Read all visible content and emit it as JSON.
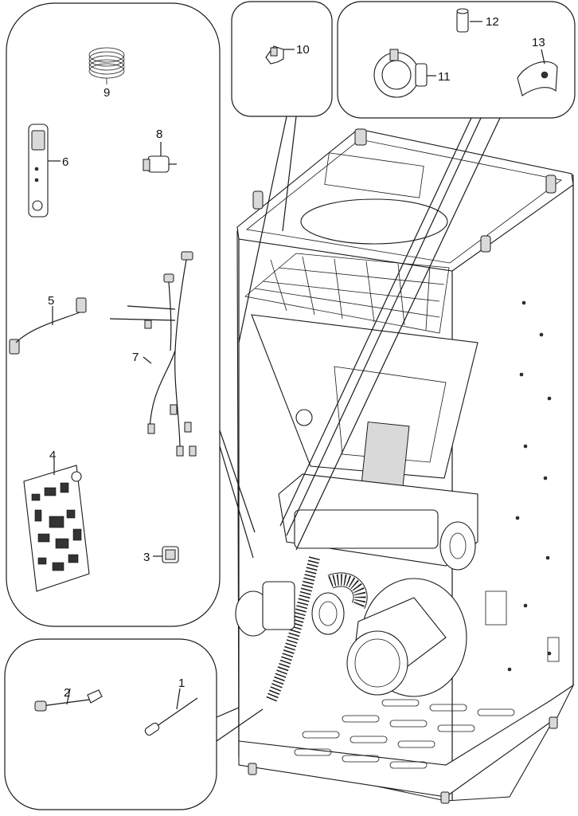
{
  "callouts": [
    {
      "id": "1",
      "label": "1"
    },
    {
      "id": "2",
      "label": "2"
    },
    {
      "id": "3",
      "label": "3"
    },
    {
      "id": "4",
      "label": "4"
    },
    {
      "id": "5",
      "label": "5"
    },
    {
      "id": "6",
      "label": "6"
    },
    {
      "id": "7",
      "label": "7"
    },
    {
      "id": "8",
      "label": "8"
    },
    {
      "id": "9",
      "label": "9"
    },
    {
      "id": "10",
      "label": "10"
    },
    {
      "id": "11",
      "label": "11"
    },
    {
      "id": "12",
      "label": "12"
    },
    {
      "id": "13",
      "label": "13"
    }
  ],
  "colors": {
    "line": "#1a1a1a",
    "fill": "#ffffff",
    "shade": "#d9d9d9"
  }
}
